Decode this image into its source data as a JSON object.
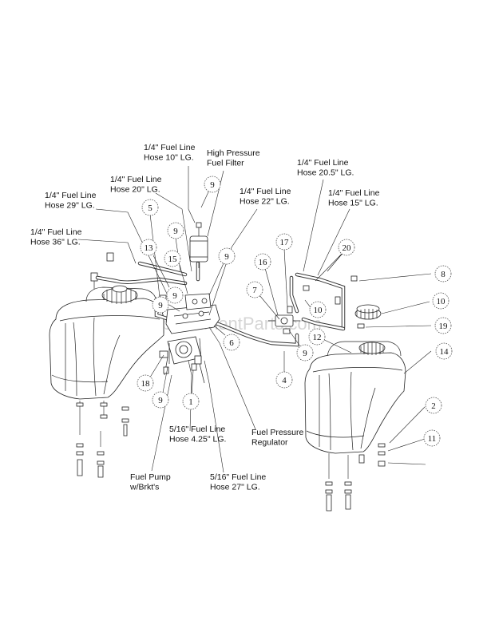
{
  "watermark": "eReplacementParts.com",
  "labels": [
    {
      "id": "hose10",
      "lines": [
        "1/4\" Fuel Line",
        "Hose 10\" LG."
      ]
    },
    {
      "id": "filter",
      "lines": [
        "High Pressure",
        "Fuel Filter"
      ]
    },
    {
      "id": "hose20",
      "lines": [
        "1/4\" Fuel Line",
        "Hose 20\" LG."
      ]
    },
    {
      "id": "hose29",
      "lines": [
        "1/4\" Fuel Line",
        "Hose 29\" LG."
      ]
    },
    {
      "id": "hose36",
      "lines": [
        "1/4\" Fuel Line",
        "Hose 36\" LG."
      ]
    },
    {
      "id": "hose22",
      "lines": [
        "1/4\" Fuel Line",
        "Hose 22\" LG."
      ]
    },
    {
      "id": "hose205",
      "lines": [
        "1/4\" Fuel Line",
        "Hose 20.5\" LG."
      ]
    },
    {
      "id": "hose15",
      "lines": [
        "1/4\" Fuel Line",
        "Hose 15\" LG."
      ]
    },
    {
      "id": "regulator",
      "lines": [
        "Fuel Pressure",
        "Regulator"
      ]
    },
    {
      "id": "hose425",
      "lines": [
        "5/16\" Fuel Line",
        "Hose 4.25\" LG."
      ]
    },
    {
      "id": "pump",
      "lines": [
        "Fuel Pump",
        "w/Brkt's"
      ]
    },
    {
      "id": "hose27",
      "lines": [
        "5/16\" Fuel Line",
        "Hose 27\" LG."
      ]
    }
  ],
  "callouts": [
    "9",
    "5",
    "9",
    "13",
    "15",
    "9",
    "9",
    "9",
    "6",
    "18",
    "9",
    "1",
    "16",
    "17",
    "7",
    "10",
    "12",
    "9",
    "4",
    "20",
    "8",
    "10",
    "19",
    "14",
    "2",
    "11"
  ]
}
